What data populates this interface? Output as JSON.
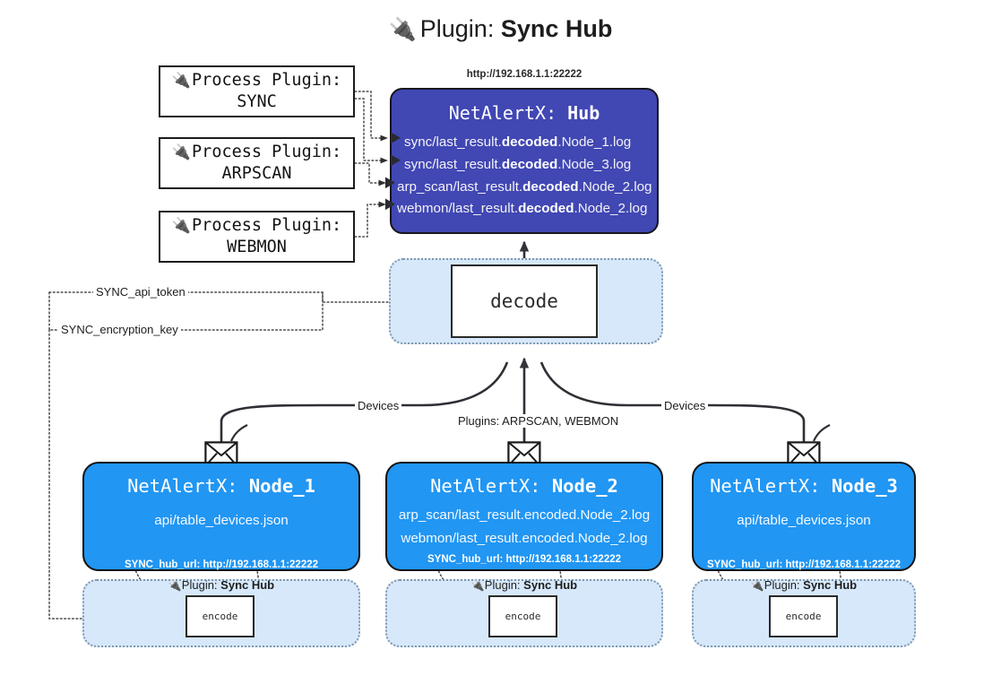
{
  "title": {
    "icon": "plug-icon",
    "prefix": "Plugin: ",
    "name": "Sync Hub",
    "glyph": "🔌"
  },
  "colors": {
    "hub_fill": "#4147b3",
    "node_fill": "#2196f3",
    "container_fill": "#d6e8fa",
    "container_border": "#7e97ad",
    "stroke": "#2a2a2a",
    "page_bg": "#ffffff"
  },
  "process_plugins": [
    {
      "line1": "Process Plugin:",
      "line2": "SYNC",
      "glyph": "🔌"
    },
    {
      "line1": "Process Plugin:",
      "line2": "ARPSCAN",
      "glyph": "🔌"
    },
    {
      "line1": "Process Plugin:",
      "line2": "WEBMON",
      "glyph": "🔌"
    }
  ],
  "hub": {
    "url": "http://192.168.1.1:22222",
    "title_prefix": "NetAlertX: ",
    "title_name": "Hub",
    "logs": [
      {
        "pre": "sync/last_result.",
        "mid": "decoded",
        "post": ".Node_1.log"
      },
      {
        "pre": "sync/last_result.",
        "mid": "decoded",
        "post": ".Node_3.log"
      },
      {
        "pre": "arp_scan/last_result.",
        "mid": "decoded",
        "post": ".Node_2.log"
      },
      {
        "pre": "webmon/last_result.",
        "mid": "decoded",
        "post": ".Node_2.log"
      }
    ]
  },
  "decode": {
    "label": "decode"
  },
  "secrets": [
    {
      "label": "SYNC_api_token"
    },
    {
      "label": "SYNC_encryption_key"
    }
  ],
  "edge_labels": {
    "devices_left": "Devices",
    "devices_right": "Devices",
    "plugins_middle": "Plugins: ARPSCAN, WEBMON"
  },
  "nodes": [
    {
      "title_prefix": "NetAlertX: ",
      "title_name": "Node_1",
      "lines": [
        "api/table_devices.json"
      ],
      "hub_url_label": "SYNC_hub_url: http://192.168.1.1:22222",
      "icon": "envelope-icon"
    },
    {
      "title_prefix": "NetAlertX: ",
      "title_name": "Node_2",
      "lines": [
        "arp_scan/last_result.encoded.Node_2.log",
        "webmon/last_result.encoded.Node_2.log"
      ],
      "hub_url_label": "SYNC_hub_url: http://192.168.1.1:22222",
      "icon": "envelope-icon"
    },
    {
      "title_prefix": "NetAlertX: ",
      "title_name": "Node_3",
      "lines": [
        "api/table_devices.json"
      ],
      "hub_url_label": "SYNC_hub_url: http://192.168.1.1:22222",
      "icon": "envelope-icon"
    }
  ],
  "encoders": [
    {
      "plugin_prefix": "Plugin: ",
      "plugin_name": "Sync Hub",
      "label": "encode",
      "glyph": "🔌"
    },
    {
      "plugin_prefix": "Plugin: ",
      "plugin_name": "Sync Hub",
      "label": "encode",
      "glyph": "🔌"
    },
    {
      "plugin_prefix": "Plugin: ",
      "plugin_name": "Sync Hub",
      "label": "encode",
      "glyph": "🔌"
    }
  ]
}
